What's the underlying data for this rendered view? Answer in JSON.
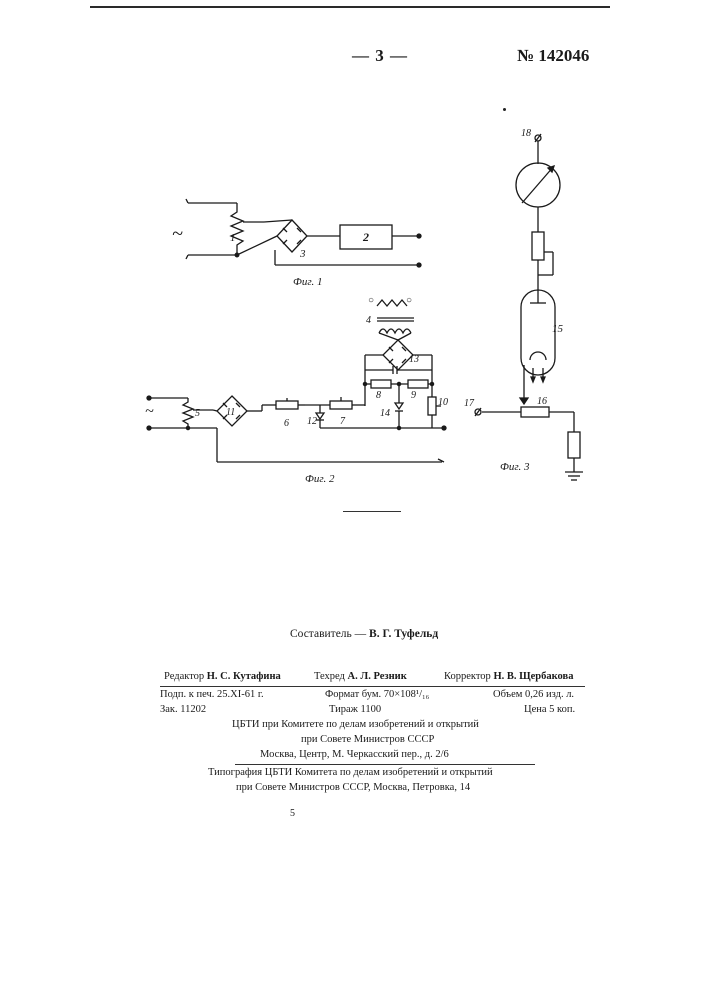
{
  "header": {
    "page_number": "— 3 —",
    "patent_number": "№ 142046"
  },
  "figures": {
    "fig1": {
      "caption": "Фиг. 1",
      "labels": [
        "1",
        "2",
        "3"
      ],
      "ac_symbol": "~"
    },
    "fig2": {
      "caption": "Фиг. 2",
      "labels": [
        "4",
        "5",
        "6",
        "7",
        "8",
        "9",
        "10",
        "11",
        "12",
        "13",
        "14"
      ],
      "ac_symbol": "~"
    },
    "fig3": {
      "caption": "Фиг. 3",
      "labels": [
        "15",
        "16",
        "17",
        "18"
      ]
    }
  },
  "credits": {
    "compiler_label": "Составитель —",
    "compiler_name": "В. Г. Туфельд",
    "editor_label": "Редактор",
    "editor_name": "Н. С. Кутафина",
    "techred_label": "Техред",
    "techred_name": "А. Л. Резник",
    "corrector_label": "Корректор",
    "corrector_name": "Н. В. Щербакова"
  },
  "imprint": {
    "signed": "Подп. к печ. 25.XI-61 г.",
    "format": "Формат бум. 70×108¹/₁₆",
    "volume": "Объем 0,26 изд. л.",
    "order": "Зак. 11202",
    "print_run": "Тираж 1100",
    "price": "Цена 5 коп.",
    "publisher_line1": "ЦБТИ при Комитете по делам изобретений и открытий",
    "publisher_line2": "при Совете Министров СССР",
    "publisher_line3": "Москва, Центр, М. Черкасский пер., д. 2/6",
    "printer_line1": "Типография ЦБТИ Комитета по делам изобретений и открытий",
    "printer_line2": "при Совете Министров СССР, Москва, Петровка, 14"
  },
  "footer_mark": "5"
}
